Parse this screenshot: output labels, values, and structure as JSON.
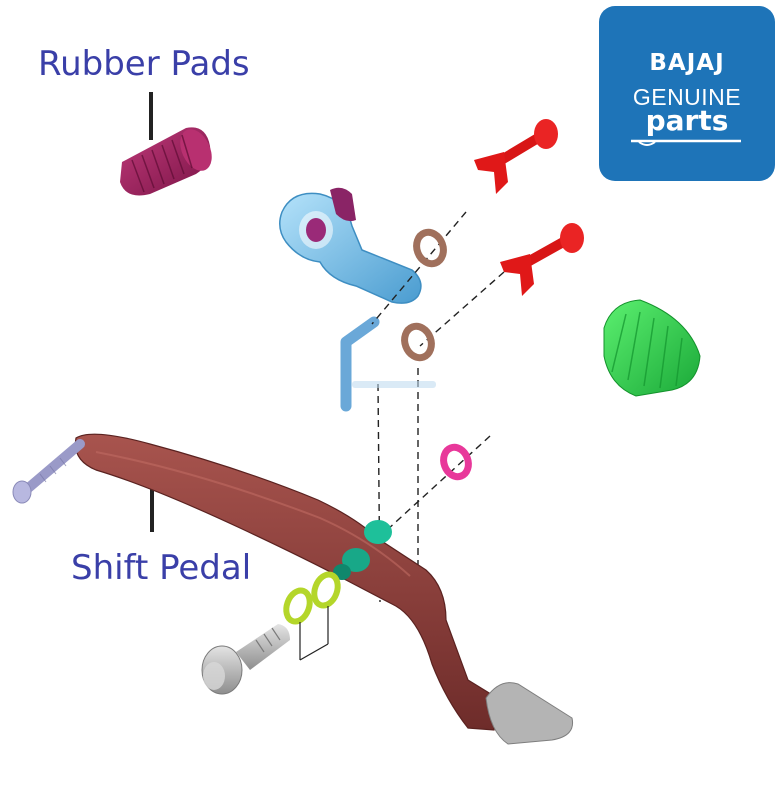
{
  "labels": {
    "rubber_pads": "Rubber Pads",
    "shift_pedal": "Shift Pedal"
  },
  "logo": {
    "brand": "BAJAJ",
    "line2": "GENUINE",
    "line3": "parts",
    "background": "#1e74b8"
  },
  "colors": {
    "label_text": "#3a3fa8",
    "rubber_pad": "#a0205c",
    "bracket": "#7fc3e8",
    "red_part": "#e01818",
    "green_pad": "#2fd850",
    "pedal": "#8c3e3c",
    "washer_brown": "#a0705c",
    "washer_pink": "#e8389a",
    "washer_yellow": "#b4d62a",
    "bolt_gray": "#b8b8b8"
  }
}
